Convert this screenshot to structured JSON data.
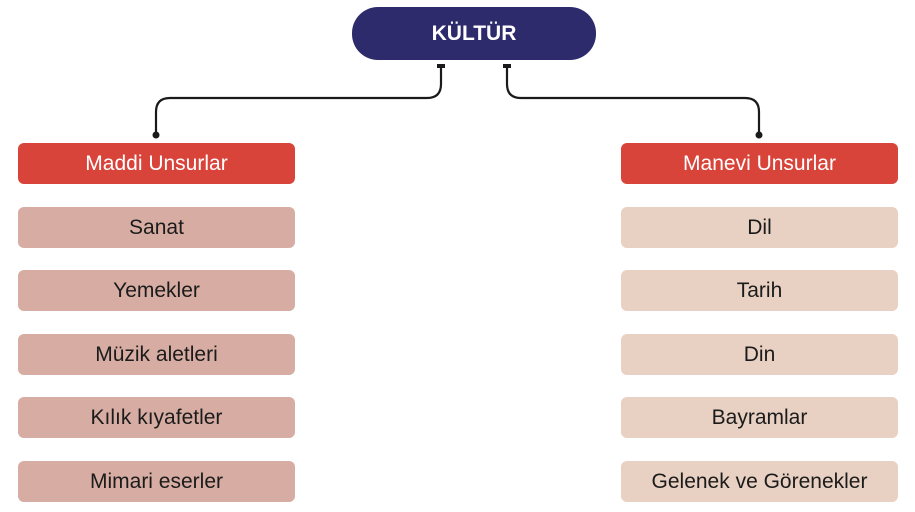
{
  "root": {
    "label": "KÜLTÜR",
    "color": "#2d2b6b"
  },
  "colors": {
    "header": "#d9443a",
    "left_item": "#d7ada3",
    "right_item": "#e8d1c3",
    "connector": "#1a1a1a"
  },
  "branches": [
    {
      "title": "Maddi Unsurlar",
      "items": [
        "Sanat",
        "Yemekler",
        "Müzik aletleri",
        "Kılık kıyafetler",
        "Mimari eserler"
      ]
    },
    {
      "title": "Manevi Unsurlar",
      "items": [
        "Dil",
        "Tarih",
        "Din",
        "Bayramlar",
        "Gelenek ve Görenekler"
      ]
    }
  ]
}
